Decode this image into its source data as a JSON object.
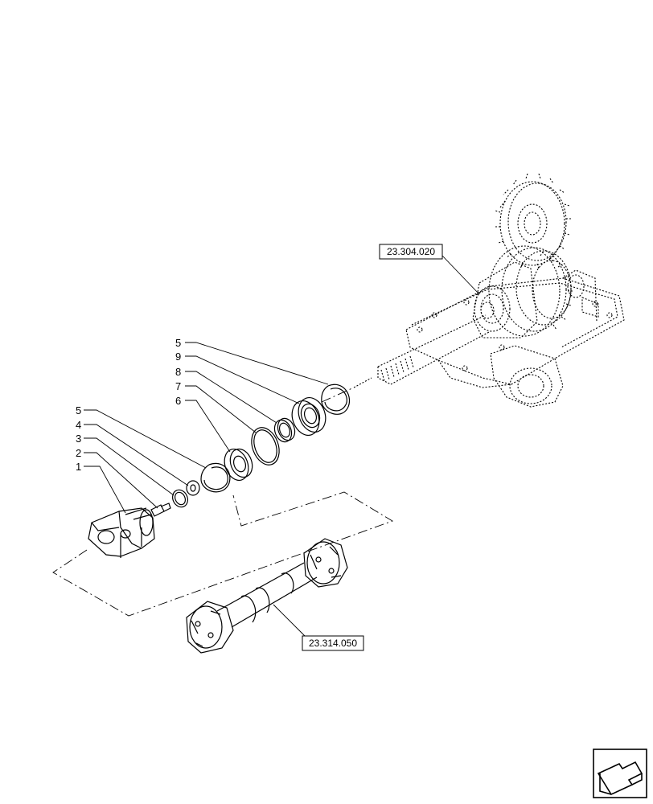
{
  "callouts": [
    {
      "id": "c1",
      "number": "1"
    },
    {
      "id": "c2",
      "number": "2"
    },
    {
      "id": "c3",
      "number": "3"
    },
    {
      "id": "c4",
      "number": "4"
    },
    {
      "id": "c5a",
      "number": "5"
    },
    {
      "id": "c6",
      "number": "6"
    },
    {
      "id": "c7",
      "number": "7"
    },
    {
      "id": "c8",
      "number": "8"
    },
    {
      "id": "c9",
      "number": "9"
    },
    {
      "id": "c5b",
      "number": "5"
    }
  ],
  "references": {
    "gearbox": "23.304.020",
    "driveshaft": "23.314.050"
  },
  "nav_icon": "next-page-arrow-icon"
}
